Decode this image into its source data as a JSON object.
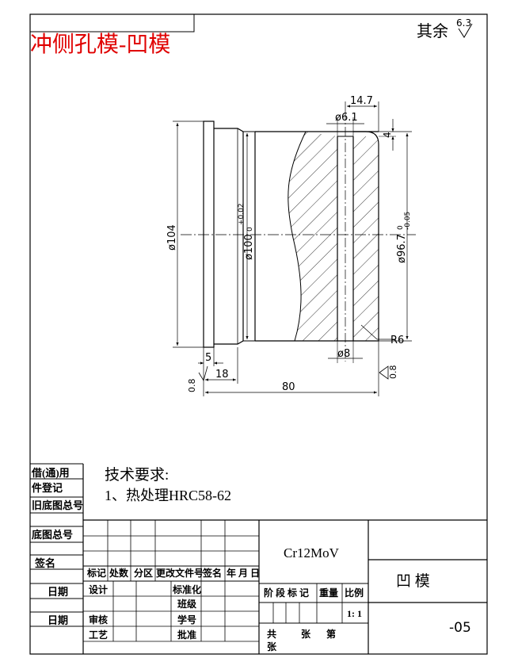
{
  "header": {
    "title": "冲侧孔模-凹模",
    "title_color": "#e00000",
    "roughness_note": "其余",
    "roughness_value": "6.3"
  },
  "dimensions": {
    "d_outer": "ø104",
    "d_step": "ø100",
    "d_step_tol_upper": "+0.02",
    "d_step_tol_lower": "0",
    "d_bore": "ø96.7",
    "d_bore_tol_upper": "0",
    "d_bore_tol_lower": "-0.05",
    "hole_offset": "14.7",
    "hole_dia": "ø6.1",
    "depth_4": "4",
    "len_5": "5",
    "len_18": "18",
    "len_80": "80",
    "hole_8": "ø8",
    "radius": "R6",
    "rough_left": "0.8",
    "rough_right": "0.8"
  },
  "notes": {
    "heading": "技术要求:",
    "item1": "1、热处理HRC58-62"
  },
  "side_labels": {
    "borrow": "借(通)用",
    "register": "件登记",
    "old_drawing": "旧底图总号",
    "base_drawing": "底图总号",
    "signature": "签名",
    "date1": "日期",
    "date2": "日期"
  },
  "title_block": {
    "material": "Cr12MoV",
    "part_name": "凹  模",
    "drawing_no": "-05",
    "scale": "1: 1",
    "headers": {
      "mark": "标记",
      "count": "处数",
      "zone": "分区",
      "change_doc": "更改文件号",
      "sign": "签名",
      "date": "年 月 日",
      "stage": "阶 段 标 记",
      "weight": "重量",
      "ratio": "比例"
    },
    "roles": {
      "design": "设计",
      "standard": "标准化",
      "class": "班级",
      "review": "审核",
      "student_no": "学号",
      "process": "工艺",
      "approve": "批准"
    },
    "sheets": {
      "total": "共",
      "sheet": "张",
      "num": "第",
      "sheet2": "张"
    }
  }
}
